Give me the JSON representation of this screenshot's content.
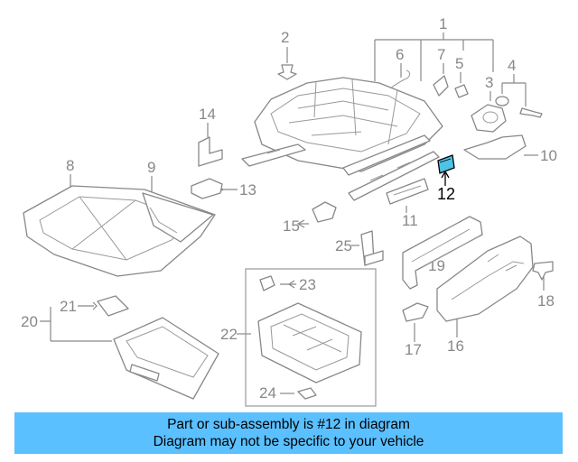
{
  "callouts": [
    "1",
    "2",
    "3",
    "4",
    "5",
    "6",
    "7",
    "8",
    "9",
    "10",
    "11",
    "12",
    "13",
    "14",
    "15",
    "16",
    "17",
    "18",
    "19",
    "20",
    "21",
    "22",
    "23",
    "24",
    "25"
  ],
  "highlight": {
    "part": "12",
    "color": "#5bc0ff"
  },
  "banner": {
    "line1": "Part or sub-assembly is #12 in diagram",
    "line2": "Diagram may not be specific to your vehicle",
    "background": "#5bc0ff"
  }
}
